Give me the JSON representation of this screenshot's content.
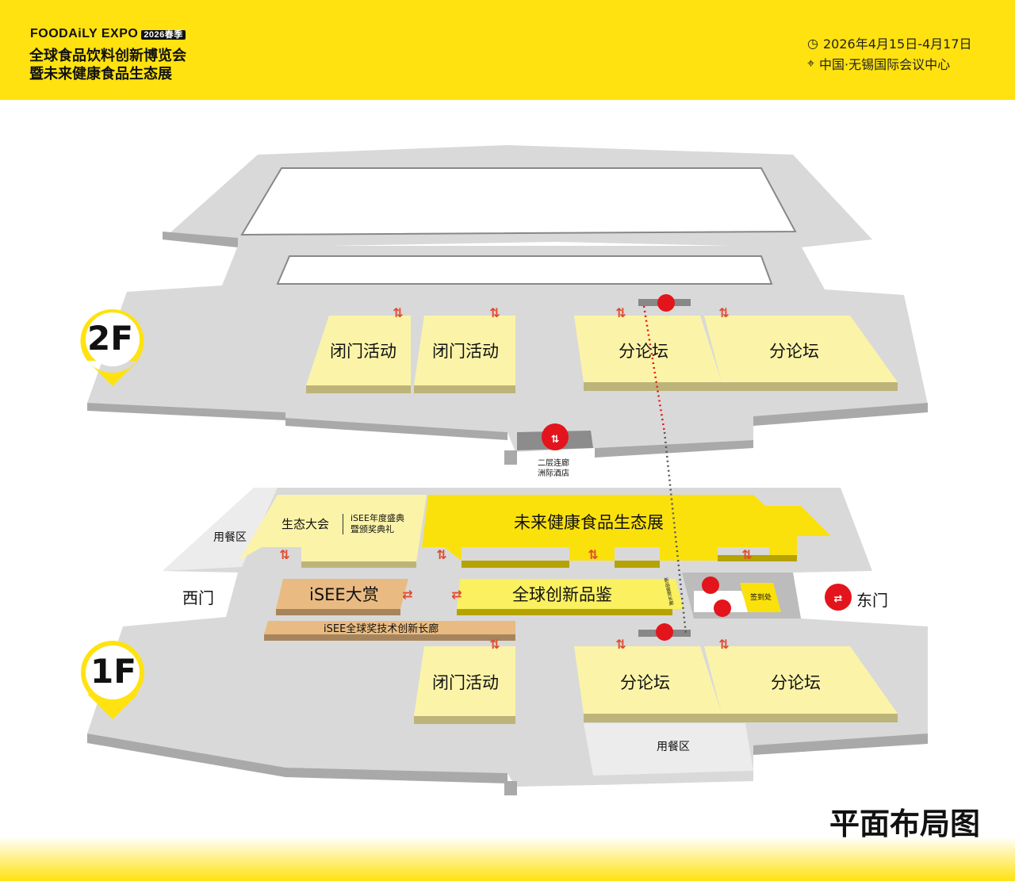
{
  "header": {
    "brand": "FOODAiLY EXPO",
    "brand_tag": "2026春季",
    "title_line1": "全球食品饮料创新博览会",
    "title_line2": "暨未来健康食品生态展",
    "date": "2026年4月15日-4月17日",
    "location": "中国·无锡国际会议中心"
  },
  "floor2": {
    "badge": "2F",
    "rooms": [
      "闭门活动",
      "闭门活动",
      "分论坛",
      "分论坛"
    ],
    "corridor": [
      "二层连廊",
      "洲际酒店"
    ]
  },
  "floor1": {
    "badge": "1F",
    "dining_west": "用餐区",
    "west_gate": "西门",
    "east_gate": "东门",
    "eco_conference": "生态大会",
    "isee_ceremony": [
      "iSEE年度盛典",
      "暨颁奖典礼"
    ],
    "main_expo": "未来健康食品生态展",
    "isee_award": "iSEE大赏",
    "innovation_tasting": "全球创新品鉴",
    "tasting_corridor": "新品鉴赏长廊",
    "isee_gallery": "iSEE全球奖技术创新长廊",
    "registration": "签到处",
    "rooms": [
      "闭门活动",
      "分论坛",
      "分论坛"
    ],
    "dining_south": "用餐区"
  },
  "footer": {
    "title": "平面布局图"
  },
  "colors": {
    "brand_yellow": "#ffe20f",
    "room_light": "#fbf4a8",
    "expo_yellow": "#fbe10c",
    "orange": "#e9bb82",
    "red": "#e3141b",
    "floor_gray": "#d9d9d9"
  }
}
